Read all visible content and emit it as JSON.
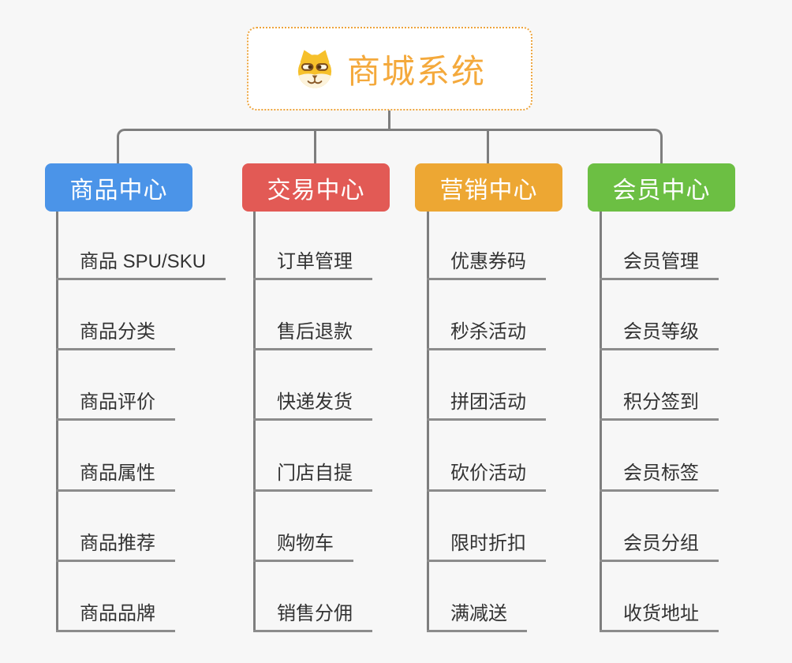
{
  "root": {
    "title": "商城系统",
    "icon": "doge-icon"
  },
  "branches": [
    {
      "label": "商品中心",
      "color": "#4B94E8",
      "children": [
        "商品 SPU/SKU",
        "商品分类",
        "商品评价",
        "商品属性",
        "商品推荐",
        "商品品牌"
      ]
    },
    {
      "label": "交易中心",
      "color": "#E25A55",
      "children": [
        "订单管理",
        "售后退款",
        "快递发货",
        "门店自提",
        "购物车",
        "销售分佣"
      ]
    },
    {
      "label": "营销中心",
      "color": "#EDA733",
      "children": [
        "优惠券码",
        "秒杀活动",
        "拼团活动",
        "砍价活动",
        "限时折扣",
        "满减送"
      ]
    },
    {
      "label": "会员中心",
      "color": "#6CBF43",
      "children": [
        "会员管理",
        "会员等级",
        "积分签到",
        "会员标签",
        "会员分组",
        "收货地址"
      ]
    }
  ],
  "colors": {
    "background": "#F7F7F7",
    "root_border": "#EDA43C",
    "root_text": "#F4A93C",
    "connector": "#7E7E7E",
    "leaf_underline": "#8C8C8C",
    "leaf_text": "#333333"
  }
}
